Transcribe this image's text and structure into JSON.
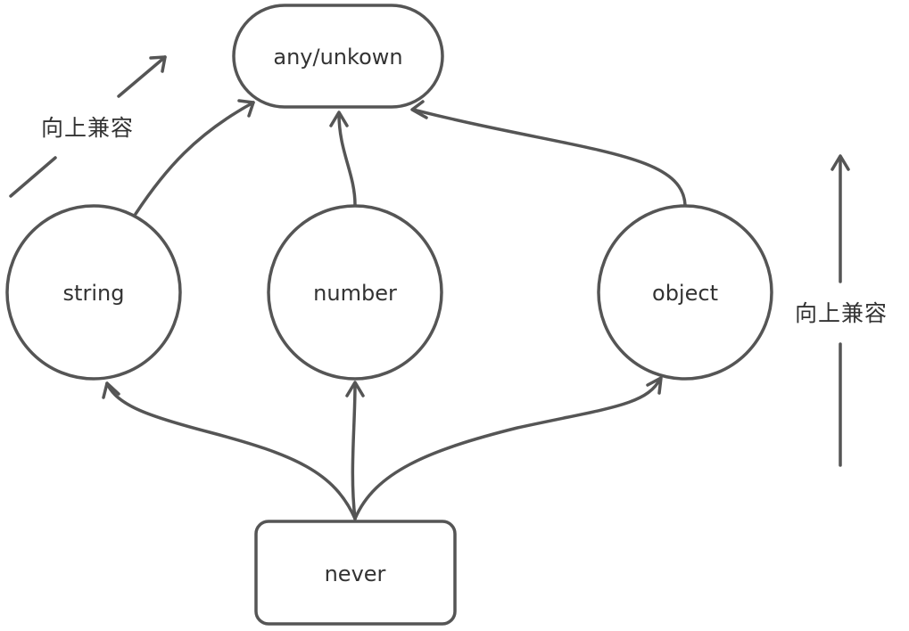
{
  "nodes": {
    "top": "any/unkown",
    "string": "string",
    "number": "number",
    "object": "object",
    "bottom": "never"
  },
  "annotations": {
    "left": "向上兼容",
    "right": "向上兼容"
  },
  "colors": {
    "stroke": "#555555",
    "text": "#333333",
    "background": "#ffffff"
  }
}
